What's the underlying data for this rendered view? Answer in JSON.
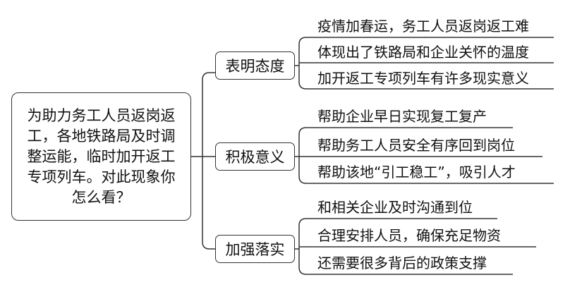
{
  "root": {
    "text": "为助力务工人员返岗返工，各地铁路局及时调整运能，临时加开返工专项列车。对此现象你怎么看？"
  },
  "branches": [
    {
      "label": "表明态度",
      "leaves": [
        "疫情加春运，务工人员返岗返工难",
        "体现出了铁路局和企业关怀的温度",
        "加开返工专项列车有许多现实意义"
      ]
    },
    {
      "label": "积极意义",
      "leaves": [
        "帮助企业早日实现复工复产",
        "帮助务工人员安全有序回到岗位",
        "帮助该地“引工稳工”，吸引人才"
      ]
    },
    {
      "label": "加强落实",
      "leaves": [
        "和相关企业及时沟通到位",
        "合理安排人员，确保充足物资",
        "还需要很多背后的政策支撑"
      ]
    }
  ]
}
